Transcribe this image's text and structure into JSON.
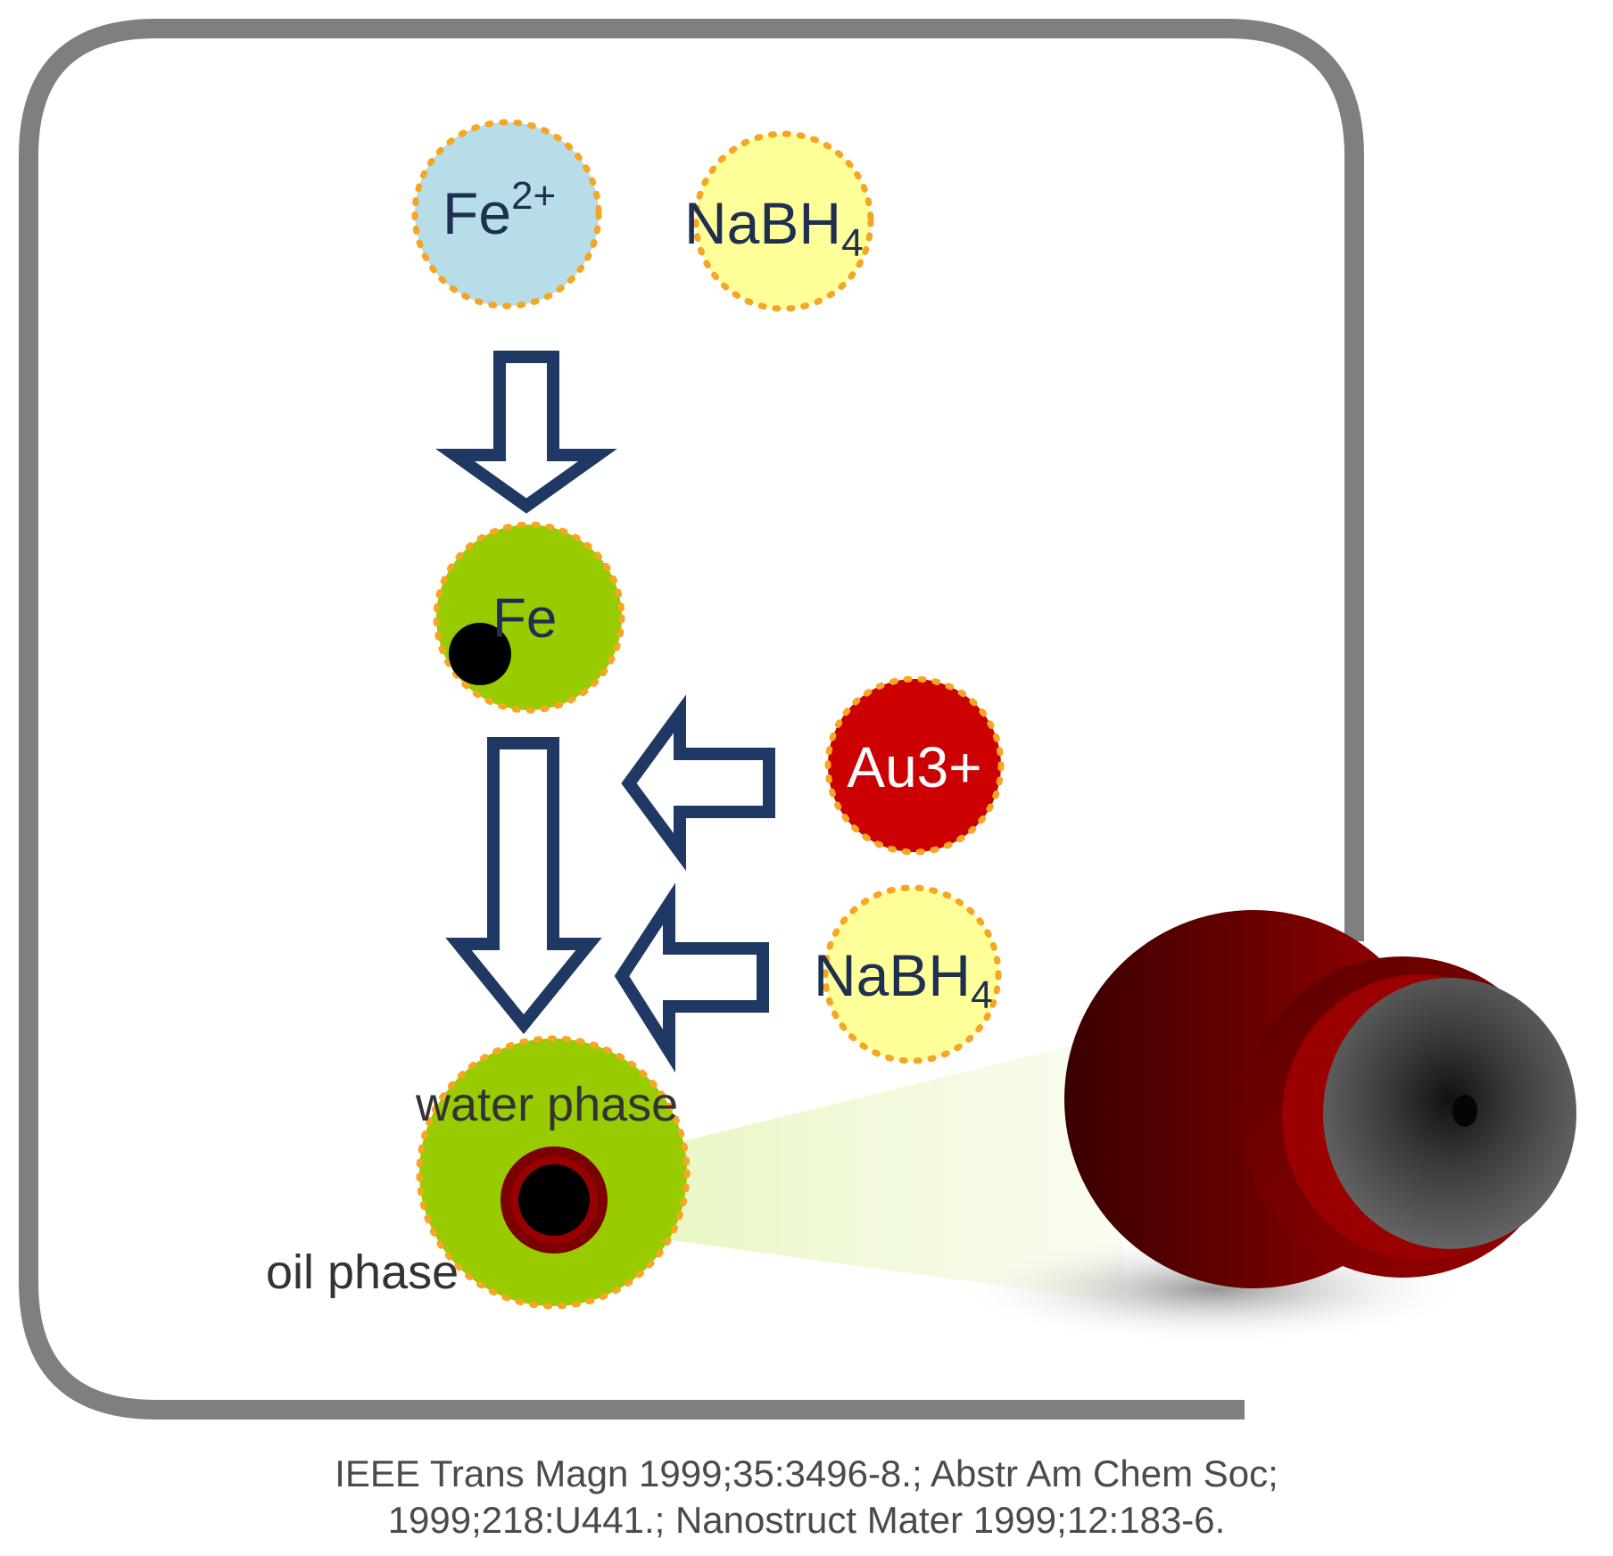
{
  "diagram": {
    "reactants_top": {
      "fe_ion_base": "Fe",
      "fe_ion_sup": "2+",
      "reductant_1_base": "NaBH",
      "reductant_1_sub": "4"
    },
    "intermediate": {
      "label": "Fe"
    },
    "second_step": {
      "gold_ion": "Au3+",
      "reductant_2_base": "NaBH",
      "reductant_2_sub": "4"
    },
    "product": {
      "water_phase_label": "water phase",
      "oil_phase_label": "oil phase"
    }
  },
  "colors": {
    "frame": "#7f7f7f",
    "arrow_outline": "#1f3864",
    "fe_ion_fill": "#b7dde8",
    "reductant_fill": "#ffff99",
    "micelle_fill": "#99cc00",
    "gold_fill": "#cc0000",
    "dotted_border": "#f5a623",
    "shell": "#7b0000",
    "core": "#000000"
  },
  "caption": {
    "line1": "IEEE Trans Magn 1999;35:3496-8.;  Abstr Am Chem Soc;",
    "line2": "1999;218:U441.; Nanostruct Mater 1999;12:183-6."
  }
}
